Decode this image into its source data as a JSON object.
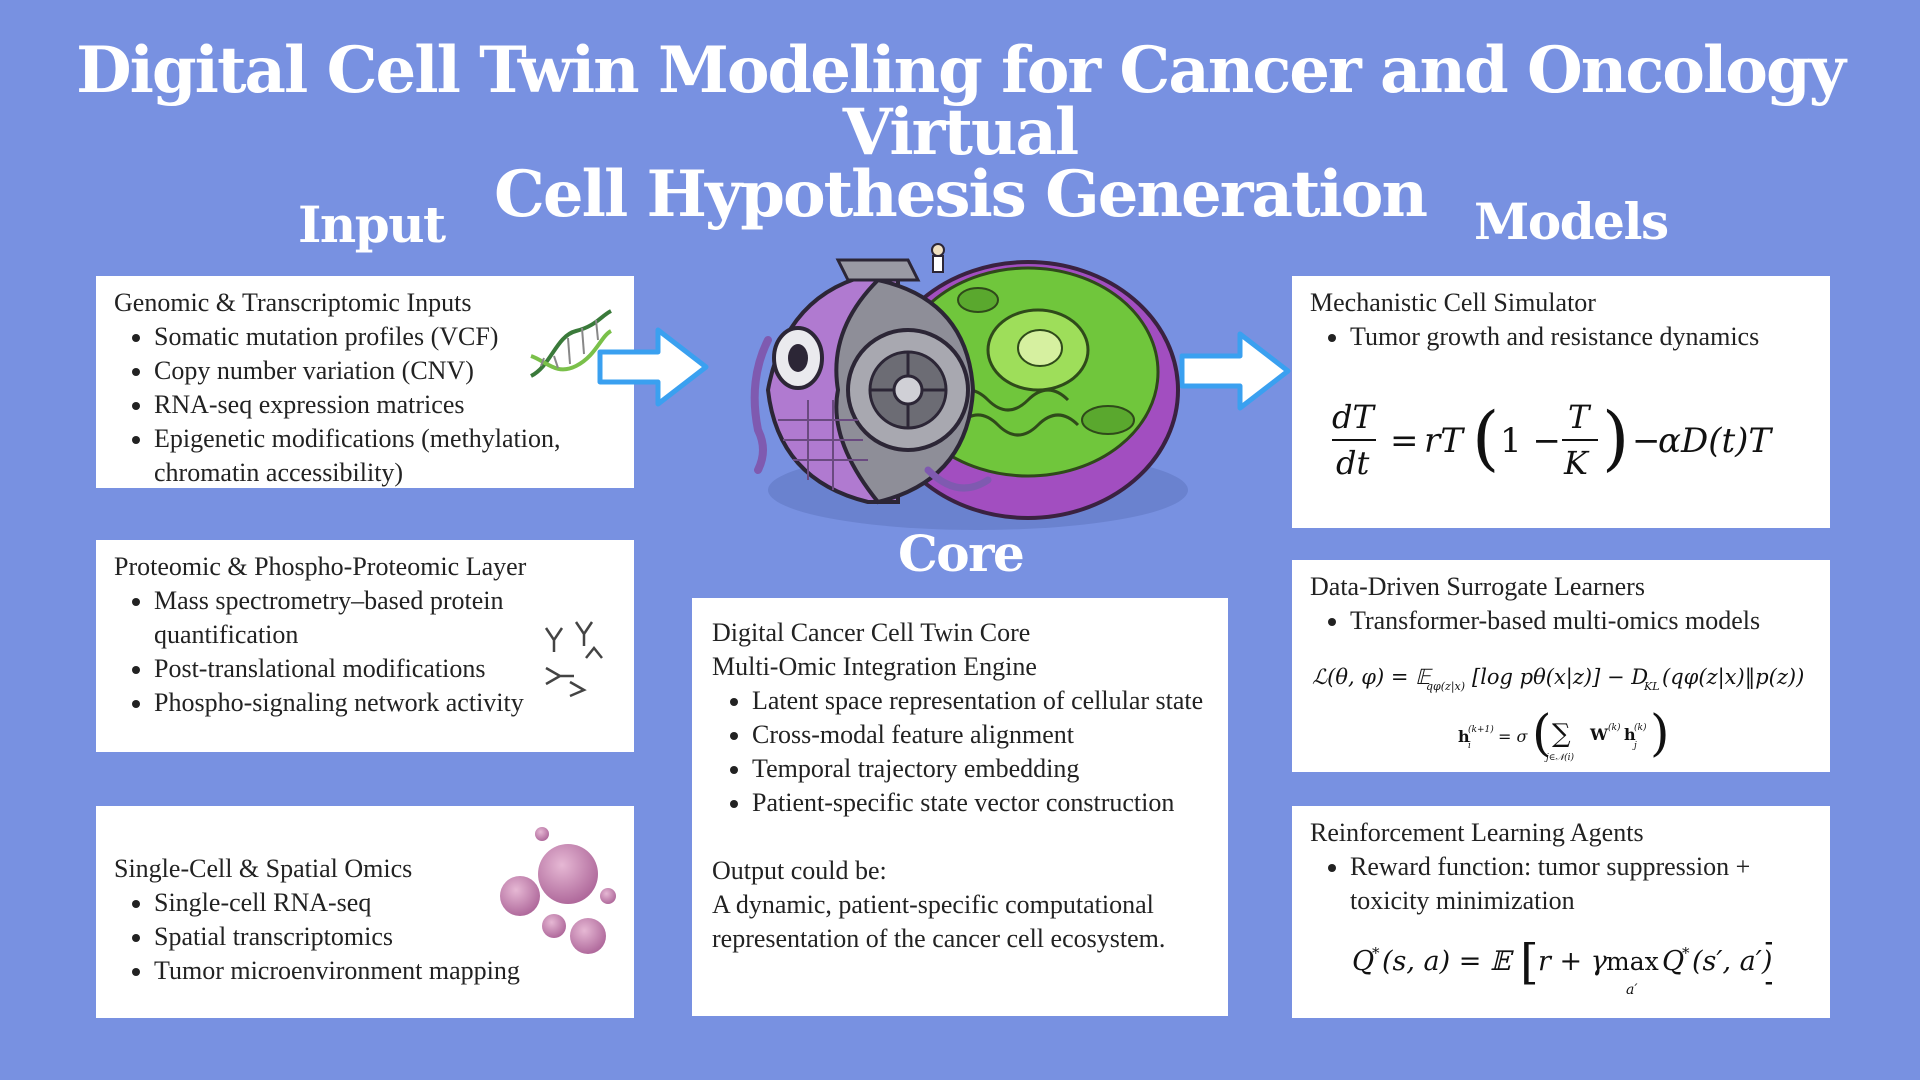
{
  "title": {
    "line1": "Digital Cell Twin Modeling for Cancer and Oncology Virtual",
    "line2": "Cell Hypothesis Generation"
  },
  "sections": {
    "input": "Input",
    "models": "Models",
    "core": "Core"
  },
  "input_boxes": [
    {
      "heading": "Genomic & Transcriptomic Inputs",
      "items": [
        "Somatic mutation profiles (VCF)",
        "Copy number variation (CNV)",
        "RNA-seq expression matrices",
        "Epigenetic modifications (methylation, chromatin accessibility)"
      ],
      "icon": "dna-icon"
    },
    {
      "heading": "Proteomic & Phospho-Proteomic Layer",
      "items": [
        "Mass spectrometry–based protein quantification",
        "Post-translational modifications",
        "Phospho-signaling network activity"
      ],
      "icon": "antibody-icon"
    },
    {
      "heading": "Single-Cell & Spatial Omics",
      "items": [
        "Single-cell RNA-seq",
        "Spatial transcriptomics",
        "Tumor microenvironment mapping"
      ],
      "icon": "cells-icon"
    }
  ],
  "core_box": {
    "heading1": "Digital Cancer Cell Twin Core",
    "heading2": "Multi-Omic Integration Engine",
    "items": [
      "Latent space representation of cellular state",
      "Cross-modal feature alignment",
      "Temporal trajectory embedding",
      "Patient-specific state vector construction"
    ],
    "output_label": "Output could be:",
    "output_text": "A dynamic, patient-specific computational representation of the cancer cell ecosystem."
  },
  "model_boxes": [
    {
      "heading": "Mechanistic Cell Simulator",
      "items": [
        "Tumor growth and resistance dynamics"
      ]
    },
    {
      "heading": "Data-Driven Surrogate Learners",
      "items": [
        "Transformer-based multi-omics models"
      ]
    },
    {
      "heading": "Reinforcement Learning Agents",
      "items": [
        "Reward function: tumor suppression + toxicity minimization"
      ]
    }
  ],
  "colors": {
    "background": "#7891e1",
    "box": "#ffffff",
    "arrow_fill": "#ffffff",
    "arrow_stroke": "#3aa0f0",
    "cell_purple": "#b05ac8",
    "cell_green": "#6ec23a"
  }
}
